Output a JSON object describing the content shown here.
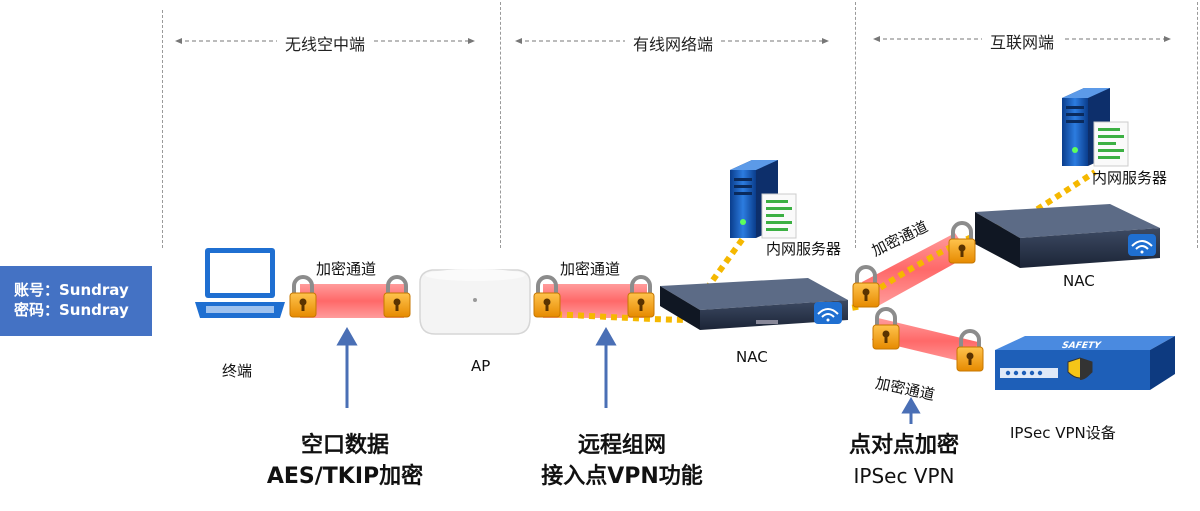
{
  "zones": {
    "wireless": "无线空中端",
    "wired": "有线网络端",
    "internet": "互联网端"
  },
  "credentials": {
    "account": "账号：Sundray",
    "password": "密码：Sundray"
  },
  "devices": {
    "terminal": "终端",
    "ap": "AP",
    "nac_center": "NAC",
    "nac_right": "NAC",
    "server_center": "内网服务器",
    "server_right": "内网服务器",
    "ipsec_device": "IPSec VPN设备",
    "safety_label": "SAFETY"
  },
  "tunnels": {
    "tunnel1": "加密通道",
    "tunnel2": "加密通道",
    "tunnel3": "加密通道",
    "tunnel4": "加密通道"
  },
  "features": {
    "air": {
      "line1": "空口数据",
      "line2": "AES/TKIP加密"
    },
    "vpn": {
      "line1": "远程组网",
      "line2": "接入点VPN功能"
    },
    "p2p": {
      "line1": "点对点加密",
      "line2": "IPSec VPN"
    }
  },
  "colors": {
    "tunnel": "#ff5a5a",
    "dotted": "#f5b800",
    "arrow": "#4a6fb5",
    "lock": "#f0a21e",
    "credential_bg": "#4472c4"
  }
}
